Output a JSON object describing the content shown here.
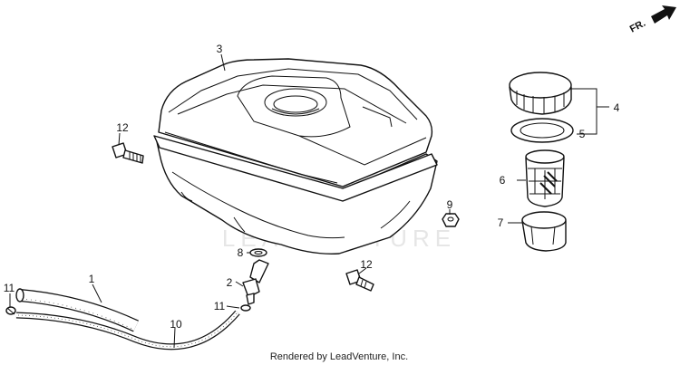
{
  "watermark": "LEADVENTURE",
  "footer": "Rendered by LeadVenture, Inc.",
  "direction_label": "FR.",
  "callouts": [
    {
      "id": "c3",
      "label": "3"
    },
    {
      "id": "c12a",
      "label": "12"
    },
    {
      "id": "c4",
      "label": "4"
    },
    {
      "id": "c5",
      "label": "5"
    },
    {
      "id": "c6",
      "label": "6"
    },
    {
      "id": "c7",
      "label": "7"
    },
    {
      "id": "c9",
      "label": "9"
    },
    {
      "id": "c8",
      "label": "8"
    },
    {
      "id": "c2",
      "label": "2"
    },
    {
      "id": "c11b",
      "label": "11"
    },
    {
      "id": "c12b",
      "label": "12"
    },
    {
      "id": "c11a",
      "label": "11"
    },
    {
      "id": "c1",
      "label": "1"
    },
    {
      "id": "c10",
      "label": "10"
    }
  ]
}
